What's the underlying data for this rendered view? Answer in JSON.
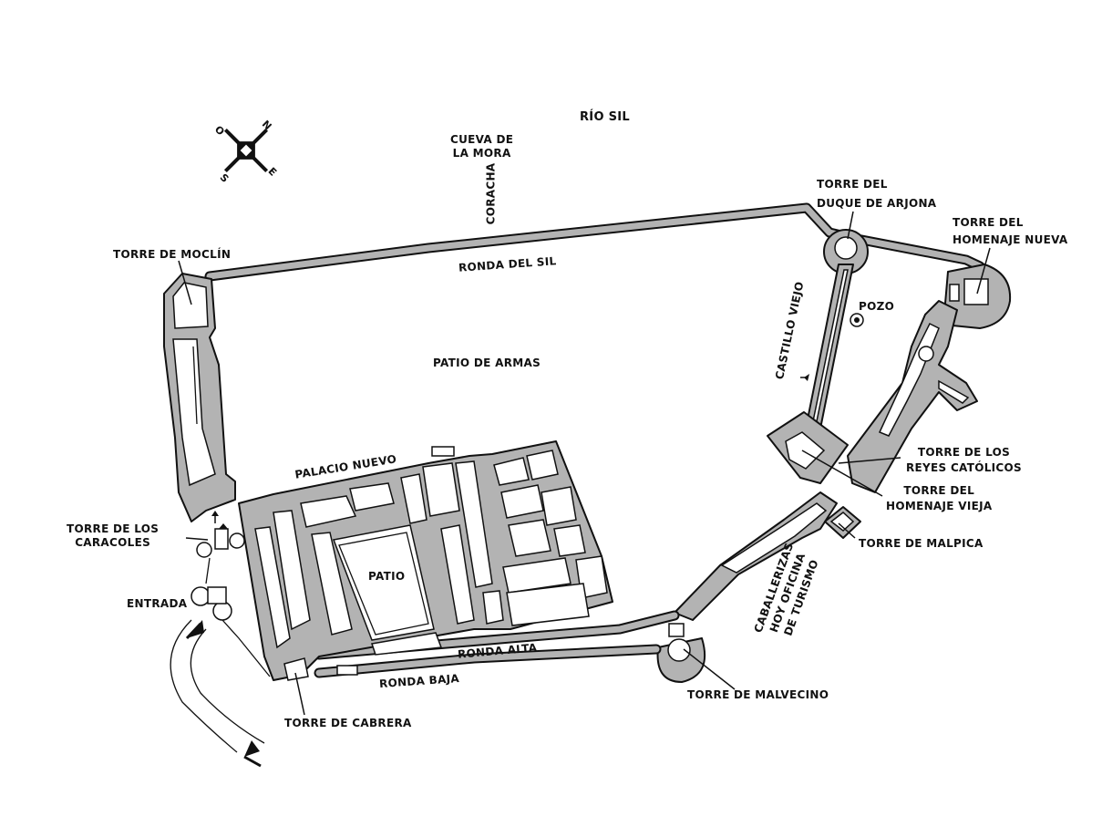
{
  "labels": {
    "rio_sil": "RÍO SIL",
    "cueva_line1": "CUEVA DE",
    "cueva_line2": "LA MORA",
    "coracha": "CORACHA",
    "torre_duque_line1": "TORRE DEL",
    "torre_duque_line2": "DUQUE DE ARJONA",
    "torre_homenaje_nueva_line1": "TORRE DEL",
    "torre_homenaje_nueva_line2": "HOMENAJE  NUEVA",
    "torre_moclin": "TORRE DE MOCLÍN",
    "ronda_del_sil": "RONDA DEL SIL",
    "pozo": "POZO",
    "castillo_viejo": "CASTILLO VIEJO",
    "patio_de_armas": "PATIO DE ARMAS",
    "palacio_nuevo": "PALACIO NUEVO",
    "torre_reyes_line1": "TORRE DE LOS",
    "torre_reyes_line2": "REYES CATÓLICOS",
    "torre_homenaje_vieja_line1": "TORRE DEL",
    "torre_homenaje_vieja_line2": "HOMENAJE  VIEJA",
    "torre_caracoles_line1": "TORRE DE LOS",
    "torre_caracoles_line2": "CARACOLES",
    "torre_malpica": "TORRE DE MALPICA",
    "patio": "PATIO",
    "entrada": "ENTRADA",
    "caballerizas_line1": "CABALLERIZAS",
    "caballerizas_line2": "HOY OFICINA",
    "caballerizas_line3": "DE TURISMO",
    "ronda_alta": "RONDA ALTA",
    "ronda_baja": "RONDA BAJA",
    "torre_malvecino": "TORRE DE MALVECINO",
    "torre_cabrera": "TORRE DE CABRERA"
  },
  "compass": {
    "n": "N",
    "s": "S",
    "e": "E",
    "o": "O"
  },
  "colors": {
    "wall": "#b3b3b3",
    "ink": "#111111"
  }
}
